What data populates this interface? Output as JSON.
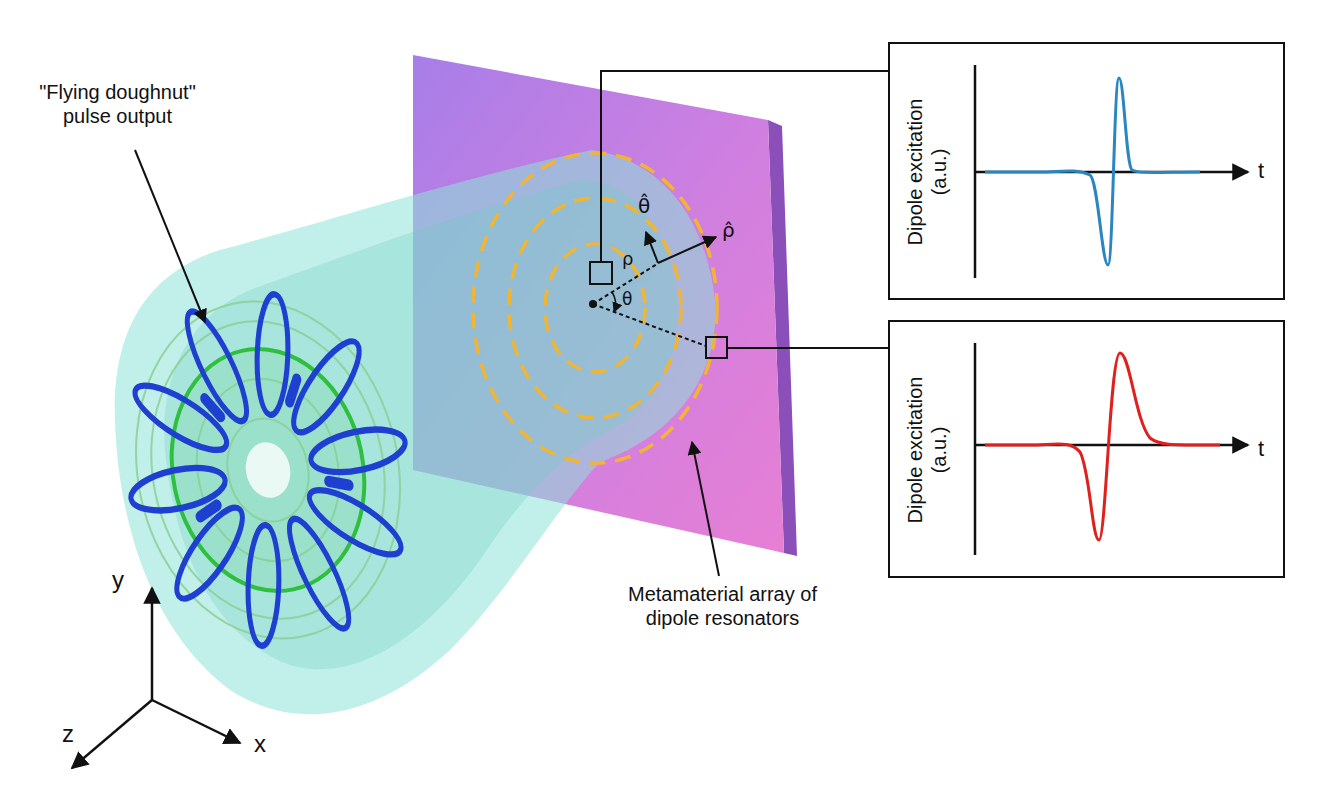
{
  "diagram": {
    "nodes": [
      {
        "text": [
          "Dipole excitation (a.u.)",
          "t"
        ]
      },
      {
        "text": [
          "Dipole excitation (a.u.)",
          "t"
        ]
      }
    ],
    "labels": [
      "\"Flying doughnut\" pulse output",
      "Metamaterial array of dipole resonators",
      "θ̂",
      "ρ̂",
      "ρ",
      "θ",
      "y",
      "z",
      "x"
    ]
  }
}
